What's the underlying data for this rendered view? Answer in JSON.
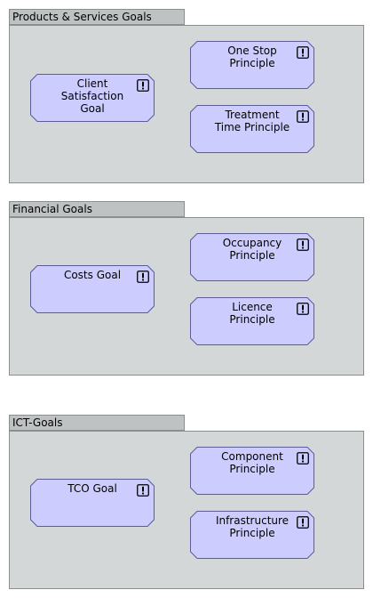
{
  "colors": {
    "group_fill": "#d3d7d7",
    "group_tab_fill": "#bfc2c2",
    "group_border": "#8a8f8f",
    "element_fill": "#ccccff",
    "element_border": "#5c5c99"
  },
  "groups": [
    {
      "title": "Products & Services Goals",
      "goal": {
        "label": "Client\nSatisfaction\nGoal",
        "icon": "principle-exclamation-icon"
      },
      "principles": [
        {
          "label": "One Stop\nPrinciple",
          "icon": "principle-exclamation-icon"
        },
        {
          "label": "Treatment\nTime Principle",
          "icon": "principle-exclamation-icon"
        }
      ]
    },
    {
      "title": "Financial Goals",
      "goal": {
        "label": "Costs Goal",
        "icon": "principle-exclamation-icon"
      },
      "principles": [
        {
          "label": "Occupancy\nPrinciple",
          "icon": "principle-exclamation-icon"
        },
        {
          "label": "Licence\nPrinciple",
          "icon": "principle-exclamation-icon"
        }
      ]
    },
    {
      "title": "ICT-Goals",
      "goal": {
        "label": "TCO Goal",
        "icon": "principle-exclamation-icon"
      },
      "principles": [
        {
          "label": "Component\nPrinciple",
          "icon": "principle-exclamation-icon"
        },
        {
          "label": "Infrastructure\nPrinciple",
          "icon": "principle-exclamation-icon"
        }
      ]
    }
  ]
}
